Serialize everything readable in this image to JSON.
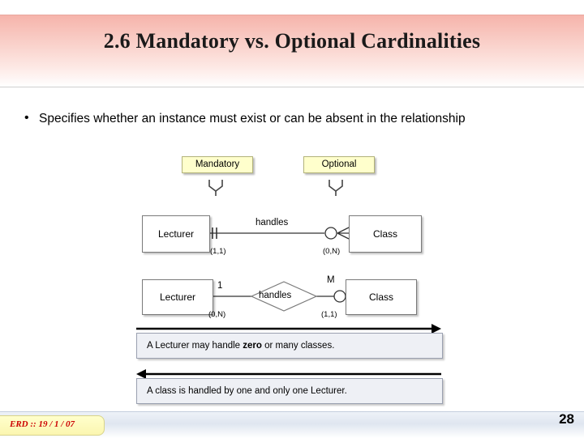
{
  "slide": {
    "title": "2.6 Mandatory vs. Optional Cardinalities",
    "bullet_marker": "•",
    "bullet_text": "Specifies whether an instance must exist or can be absent in the relationship"
  },
  "diagram": {
    "tags": [
      {
        "label": "Mandatory"
      },
      {
        "label": "Optional"
      }
    ],
    "model_top": {
      "left_entity": "Lecturer",
      "relationship": "handles",
      "right_entity": "Class",
      "left_cardinality": "(1,1)",
      "right_cardinality": "(0,N)"
    },
    "model_bottom": {
      "left_entity": "Lecturer",
      "relationship": "handles",
      "right_entity": "Class",
      "left_degree": "1",
      "right_degree": "M",
      "left_cardinality": "(0,N)",
      "right_cardinality": "(1,1)"
    },
    "notes": [
      {
        "prefix": "A Lecturer may handle ",
        "emphasis": "zero",
        "suffix": " or many classes."
      },
      {
        "prefix": "A class is handled by one and only one Lecturer.",
        "emphasis": "",
        "suffix": ""
      }
    ]
  },
  "footer": {
    "label": "ERD :: 19 / 1 / 07",
    "page_number": "28"
  }
}
